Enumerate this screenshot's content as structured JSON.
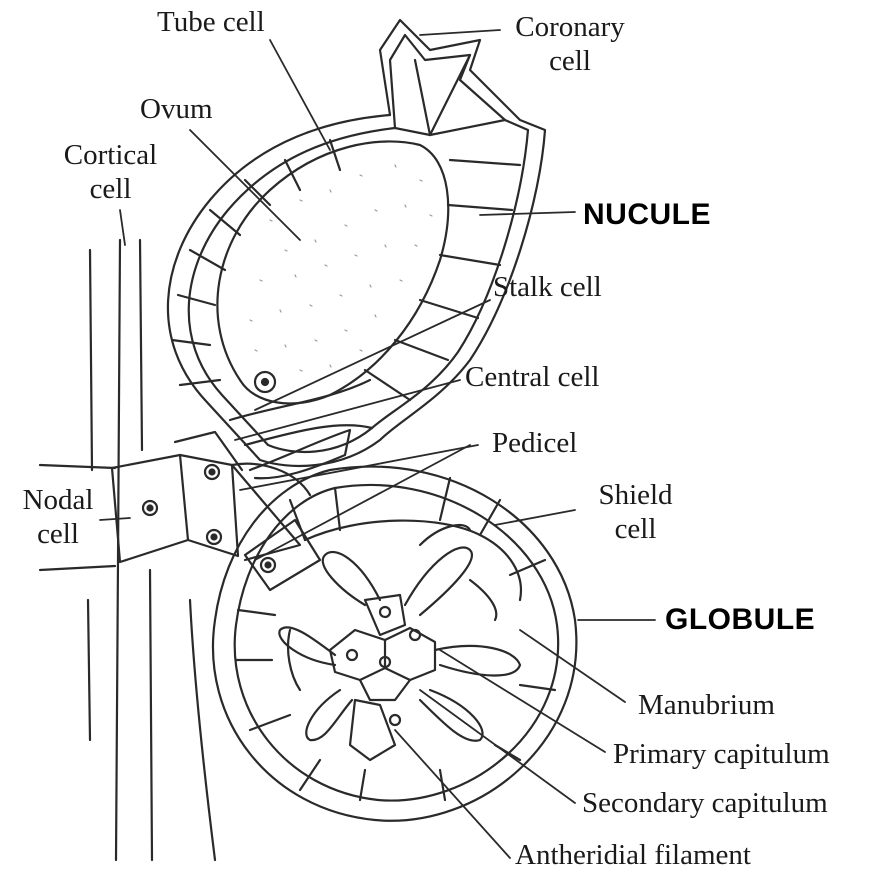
{
  "labels": {
    "tube_cell": "Tube cell",
    "coronary_1": "Coronary",
    "coronary_2": "cell",
    "ovum": "Ovum",
    "cortical_1": "Cortical",
    "cortical_2": "cell",
    "nucule": "NUCULE",
    "stalk_cell": "Stalk cell",
    "central_cell": "Central cell",
    "pedicel": "Pedicel",
    "nodal_1": "Nodal",
    "nodal_2": "cell",
    "shield_1": "Shield",
    "shield_2": "cell",
    "globule": "GLOBULE",
    "manubrium": "Manubrium",
    "primary_capitulum": "Primary capitulum",
    "secondary_capitulum": "Secondary capitulum",
    "antheridial_filament": "Antheridial filament"
  },
  "colors": {
    "ink": "#2a2a2a",
    "label": "#1a1a1a",
    "stipple": "#9a9a9a"
  }
}
